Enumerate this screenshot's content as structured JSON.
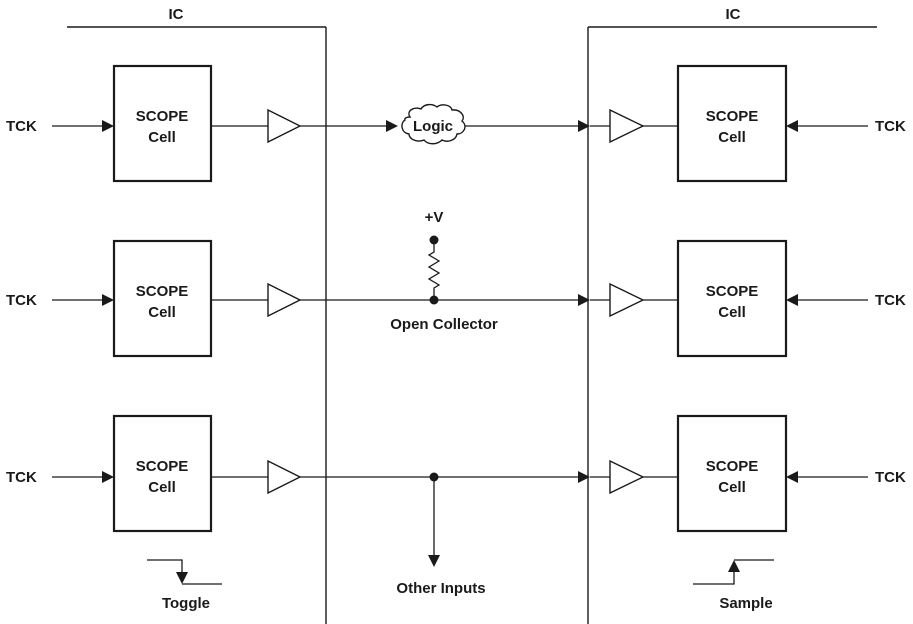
{
  "left_ic": {
    "label": "IC",
    "cells": [
      {
        "line1": "SCOPE",
        "line2": "Cell",
        "clock": "TCK"
      },
      {
        "line1": "SCOPE",
        "line2": "Cell",
        "clock": "TCK"
      },
      {
        "line1": "SCOPE",
        "line2": "Cell",
        "clock": "TCK"
      }
    ],
    "edge_label": "Toggle"
  },
  "right_ic": {
    "label": "IC",
    "cells": [
      {
        "line1": "SCOPE",
        "line2": "Cell",
        "clock": "TCK"
      },
      {
        "line1": "SCOPE",
        "line2": "Cell",
        "clock": "TCK"
      },
      {
        "line1": "SCOPE",
        "line2": "Cell",
        "clock": "TCK"
      }
    ],
    "edge_label": "Sample"
  },
  "interconnect": {
    "logic_label": "Logic",
    "supply_label": "+V",
    "open_collector_label": "Open Collector",
    "other_inputs_label": "Other Inputs"
  }
}
